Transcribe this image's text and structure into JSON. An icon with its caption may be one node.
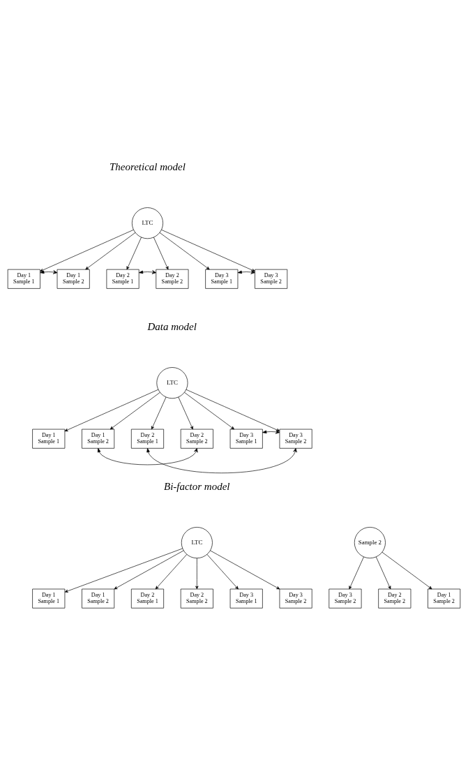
{
  "diagram": {
    "nodes": [
      {
        "text": [
          "LTC"
        ]
      },
      {
        "text": [
          "Day 1 Sample 1"
        ]
      },
      {
        "text": [
          "Day 1 Sample 2"
        ]
      },
      {
        "text": [
          "Day 2 Sample 1"
        ]
      },
      {
        "text": [
          "Day 2 Sample 2"
        ]
      },
      {
        "text": [
          "Day 3 Sample 1"
        ]
      },
      {
        "text": [
          "Day 3 Sample 2"
        ]
      },
      {
        "text": [
          "LTC"
        ]
      },
      {
        "text": [
          "Day 1 Sample 1"
        ]
      },
      {
        "text": [
          "Day 1 Sample 2"
        ]
      },
      {
        "text": [
          "Day 2 Sample 1"
        ]
      },
      {
        "text": [
          "Day 2 Sample 2"
        ]
      },
      {
        "text": [
          "Day 3 Sample 1"
        ]
      },
      {
        "text": [
          "Day 3 Sample 2"
        ]
      },
      {
        "text": [
          "LTC"
        ]
      },
      {
        "text": [
          "Sample 2"
        ]
      },
      {
        "text": [
          "Day 3 Sample 2"
        ]
      },
      {
        "text": [
          "Day 2 Sample 2"
        ]
      },
      {
        "text": [
          "Day 1 Sample 2"
        ]
      },
      {
        "text": [
          "Day 1 Sample 1"
        ]
      },
      {
        "text": [
          "Day 1 Sample 2"
        ]
      },
      {
        "text": [
          "Day 2 Sample 1"
        ]
      },
      {
        "text": [
          "Day 2 Sample 2"
        ]
      },
      {
        "text": [
          "Day 3 Sample 1"
        ]
      },
      {
        "text": [
          "Day 3 Sample 2"
        ]
      }
    ],
    "edges": [
      {
        "from": 0,
        "to": 1,
        "arrow": "to"
      },
      {
        "from": 0,
        "to": 2,
        "arrow": "to"
      },
      {
        "from": 0,
        "to": 3,
        "arrow": "to"
      },
      {
        "from": 0,
        "to": 4,
        "arrow": "to"
      },
      {
        "from": 0,
        "to": 5,
        "arrow": "to"
      },
      {
        "from": 0,
        "to": 6,
        "arrow": "to"
      },
      {
        "from": 1,
        "to": 2,
        "arrow": "both"
      },
      {
        "from": 3,
        "to": 4,
        "arrow": "both"
      },
      {
        "from": 5,
        "to": 6,
        "arrow": "both"
      },
      {
        "from": 7,
        "to": 8,
        "arrow": "to"
      },
      {
        "from": 7,
        "to": 9,
        "arrow": "to"
      },
      {
        "from": 7,
        "to": 10,
        "arrow": "to"
      },
      {
        "from": 7,
        "to": 11,
        "arrow": "to"
      },
      {
        "from": 7,
        "to": 12,
        "arrow": "to"
      },
      {
        "from": 7,
        "to": 13,
        "arrow": "to"
      },
      {
        "from": 9,
        "to": 11,
        "arrow": "both"
      },
      {
        "from": 10,
        "to": 13,
        "arrow": "both"
      },
      {
        "from": 12,
        "to": 13,
        "arrow": "both"
      },
      {
        "from": 14,
        "to": 19,
        "arrow": "to"
      },
      {
        "from": 14,
        "to": 20,
        "arrow": "to"
      },
      {
        "from": 14,
        "to": 21,
        "arrow": "to"
      },
      {
        "from": 14,
        "to": 22,
        "arrow": "to"
      },
      {
        "from": 14,
        "to": 23,
        "arrow": "to"
      },
      {
        "from": 14,
        "to": 24,
        "arrow": "to"
      },
      {
        "from": 15,
        "to": 16,
        "arrow": "to"
      },
      {
        "from": 15,
        "to": 17,
        "arrow": "to"
      },
      {
        "from": 15,
        "to": 18,
        "arrow": "to"
      }
    ],
    "labels": [
      "Theoretical model",
      "Data model",
      "Bi-factor model"
    ]
  }
}
